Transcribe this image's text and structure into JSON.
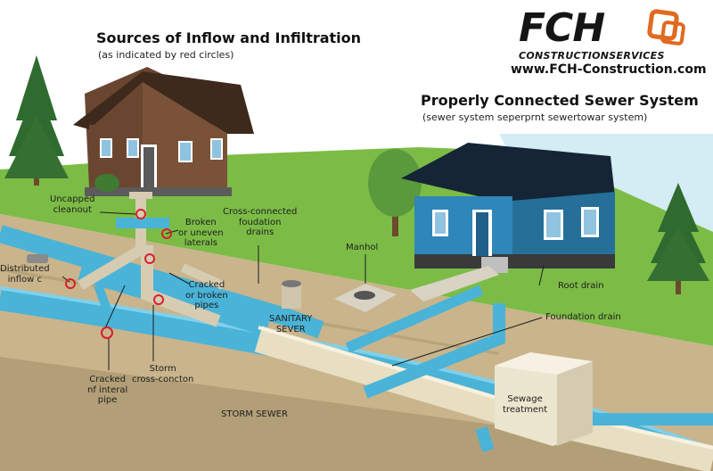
{
  "header": {
    "left_title": "Sources of Inflow and Infiltration",
    "left_subtitle": "(as indicated by red circles)",
    "right_title": "Properly Connected Sewer System",
    "right_subtitle": "(sewer system seperprnt sewertowar system)"
  },
  "brand": {
    "logo_text": "FCH",
    "logo_subtext": "CONSTRUCTIONSERVICES",
    "url": "www.FCH-Construction.com",
    "accent_color": "#e06a1f"
  },
  "labels": {
    "uncapped_cleanout": "Uncapped\ncleanout",
    "broken_laterals": "Broken\nor uneven\nlaterals",
    "cross_connected_drains": "Cross-connected\nfoudation\ndrains",
    "distributed_inflow": "Distributed\ninflow c",
    "cracked_broken_pipes": "Cracked\nor broken\npipes",
    "sanitary_sewer": "SANITARY\nSEVER",
    "manhole": "Manhol",
    "root_drain": "Root drain",
    "foundation_drain": "Foundation drain",
    "cracked_internal_pipe": "Cracked\nnf interal\npipe",
    "storm_cross_connection": "Storm\ncross-concton",
    "storm_sewer": "STORM SEWER",
    "sewage_treatment": "Sewage\ntreatment"
  },
  "colors": {
    "grass": "#7cbc46",
    "soil": "#c9b48c",
    "storm_pipe": "#4ab3d8",
    "sanitary_pipe": "#e8dfc3",
    "inflow_marker": "#d8202b",
    "brown_house": "#6a4631",
    "blue_house": "#2f86b8",
    "sky": "#d4ecf4"
  }
}
